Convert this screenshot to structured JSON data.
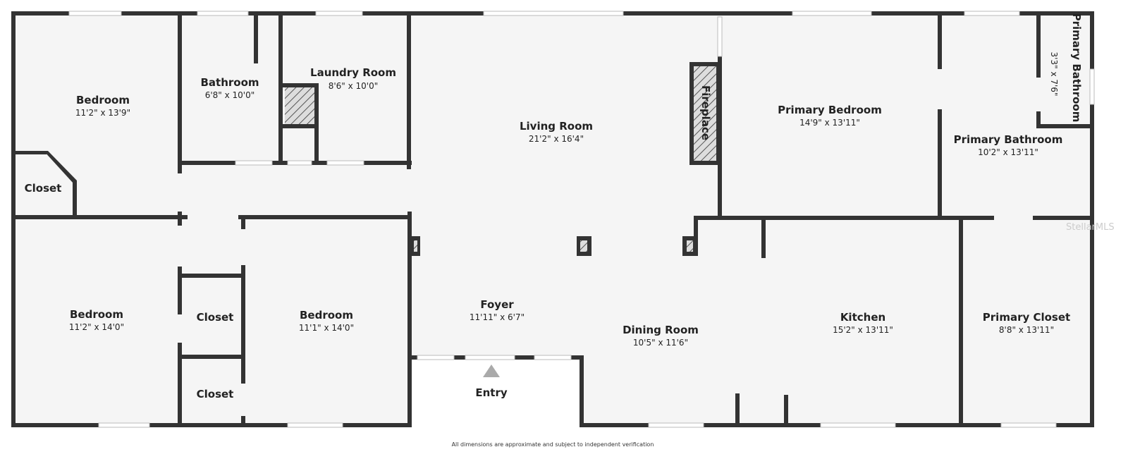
{
  "rooms": [
    {
      "name": "Bedroom",
      "dims": "11'2\" x 13'9\""
    },
    {
      "name": "Closet",
      "dims": ""
    },
    {
      "name": "Bathroom",
      "dims": "6'8\" x 10'0\""
    },
    {
      "name": "Laundry Room",
      "dims": "8'6\" x 10'0\""
    },
    {
      "name": "Living Room",
      "dims": "21'2\" x 16'4\""
    },
    {
      "name": "Fireplace",
      "dims": ""
    },
    {
      "name": "Primary Bedroom",
      "dims": "14'9\" x 13'11\""
    },
    {
      "name": "Primary Bathroom",
      "dims": "3'3\" x 7'6\""
    },
    {
      "name": "Primary Bathroom",
      "dims": "10'2\" x 13'11\""
    },
    {
      "name": "Bedroom",
      "dims": "11'2\" x 14'0\""
    },
    {
      "name": "Closet",
      "dims": ""
    },
    {
      "name": "Closet",
      "dims": ""
    },
    {
      "name": "Bedroom",
      "dims": "11'1\" x 14'0\""
    },
    {
      "name": "Foyer",
      "dims": "11'11\" x 6'7\""
    },
    {
      "name": "Entry",
      "dims": ""
    },
    {
      "name": "Dining Room",
      "dims": "10'5\" x 11'6\""
    },
    {
      "name": "Kitchen",
      "dims": "15'2\" x 13'11\""
    },
    {
      "name": "Primary Closet",
      "dims": "8'8\" x 13'11\""
    }
  ],
  "footer_note": "All dimensions are approximate and subject to independent verification",
  "watermark": "StellarMLS",
  "colors": {
    "wall": "#333333",
    "floor": "#f5f5f5",
    "entry_marker": "#aaaaaa"
  }
}
